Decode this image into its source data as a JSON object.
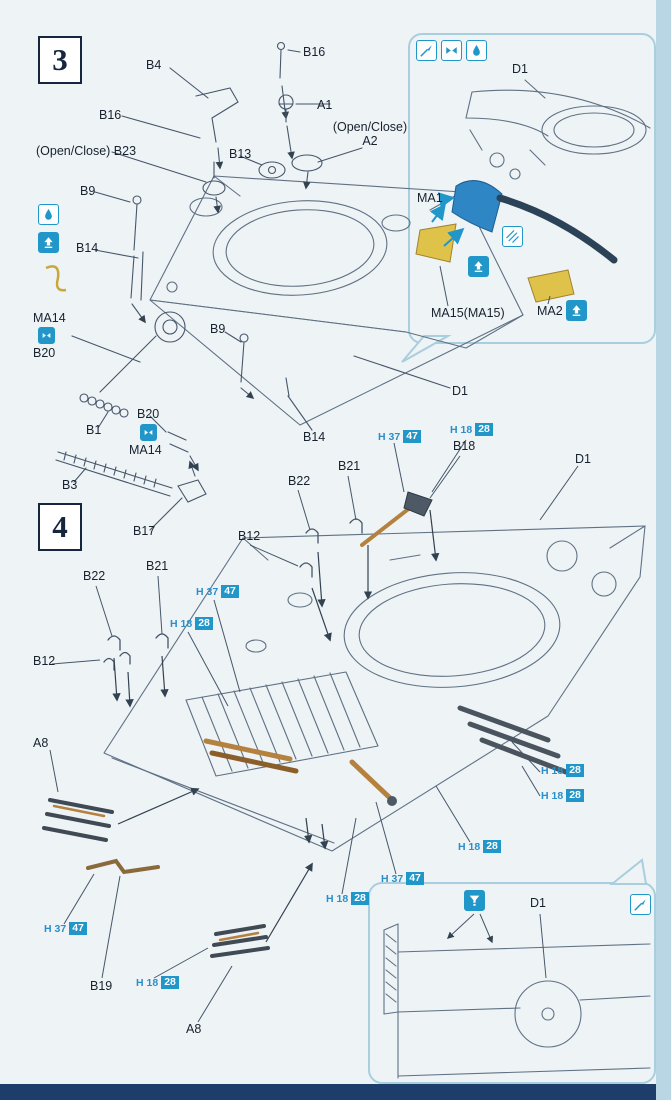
{
  "colors": {
    "paper": "#eef3f6",
    "line_art": "#5f7184",
    "accent_blue": "#2196c9",
    "navy_bar": "#1d3e6b",
    "part_blue": "#2f86c4",
    "part_yellow": "#dfc24a"
  },
  "icons": {
    "inset_badge_row": [
      "paintbrush-icon",
      "clamp-icon",
      "droplet-icon"
    ],
    "attach_direction": "arrow-up-box-icon",
    "trim": "hatch-icon",
    "pour": "funnel-icon",
    "glue": "droplet-icon"
  },
  "step3": {
    "number": "3",
    "labels": {
      "b4": "B4",
      "b16_top": "B16",
      "b16_left": "B16",
      "a1": "A1",
      "open_close": "(Open/Close)",
      "a2": "A2",
      "open_close_b23": "(Open/Close) B23",
      "b13": "B13",
      "b9_upper": "B9",
      "b14_left": "B14",
      "ma14_upper": "MA14",
      "b20_upper": "B20",
      "b9_lower": "B9",
      "b20_lower": "B20",
      "ma14_lower": "MA14",
      "b1": "B1",
      "b3": "B3",
      "b17": "B17",
      "b14_right": "B14",
      "d1": "D1"
    },
    "inset": {
      "d1": "D1",
      "ma1": "MA1",
      "ma15": "MA15(MA15)",
      "ma2": "MA2"
    }
  },
  "step4": {
    "number": "4",
    "labels": {
      "b18": "B18",
      "b21_upper": "B21",
      "b22_upper": "B22",
      "b12_upper": "B12",
      "d1": "D1",
      "b22_left": "B22",
      "b21_left": "B21",
      "b12_left": "B12",
      "a8_left": "A8",
      "b19": "B19",
      "a8_bottom": "A8"
    },
    "inset": {
      "d1": "D1"
    }
  },
  "paint": {
    "h37": "H 37",
    "c47": "47",
    "h18": "H 18",
    "c28": "28"
  }
}
